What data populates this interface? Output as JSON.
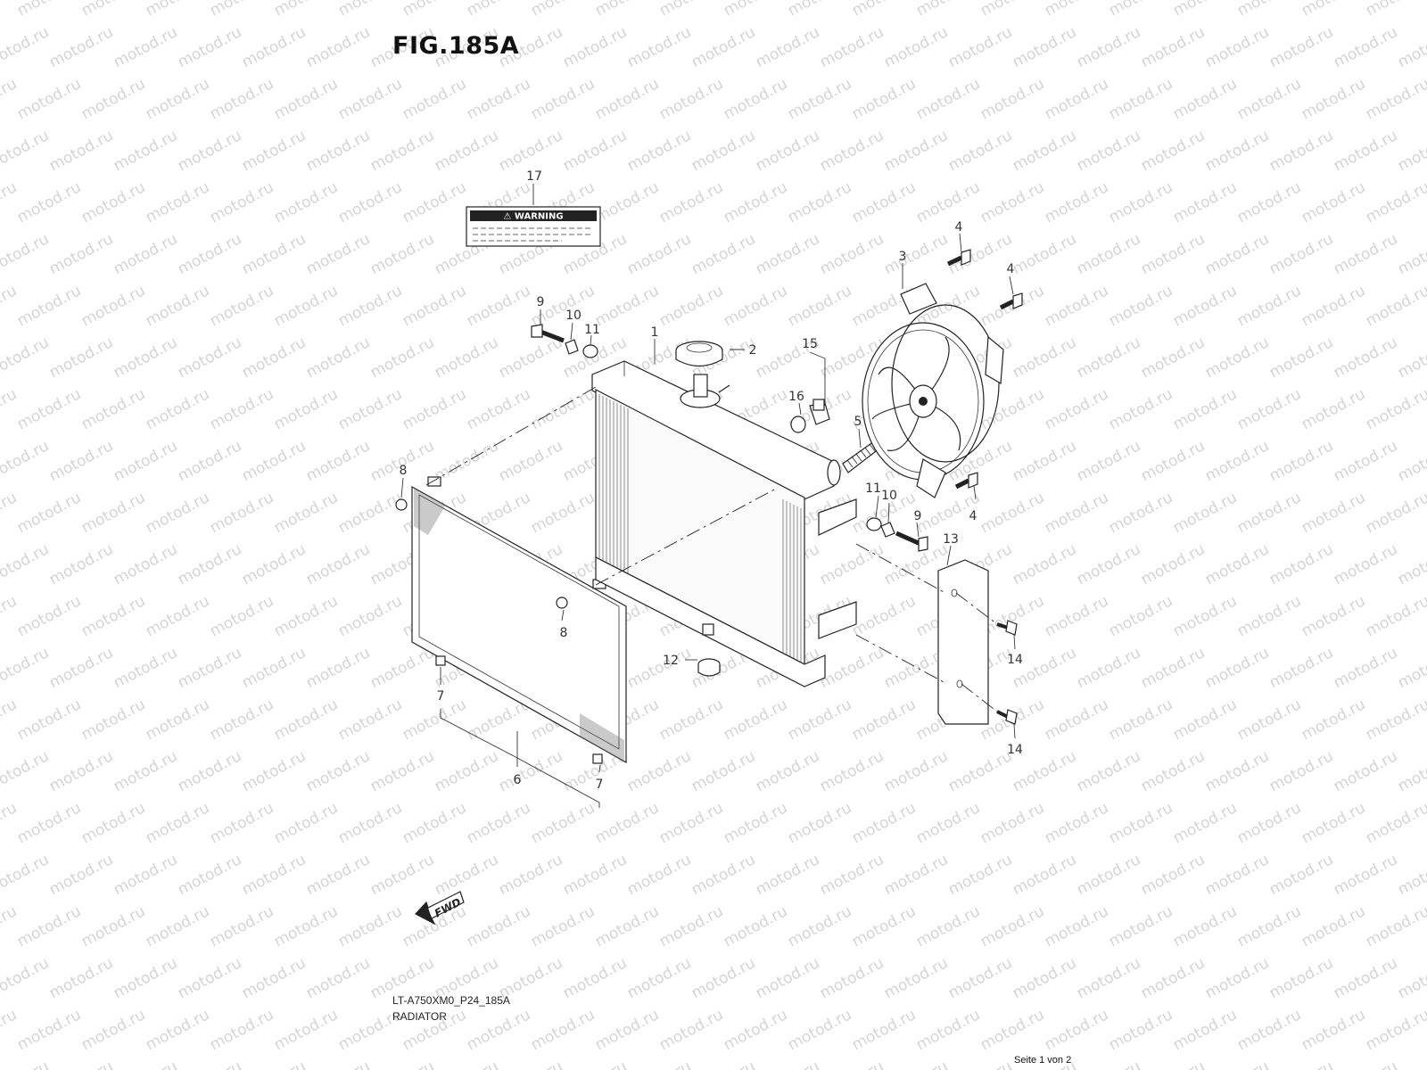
{
  "header": {
    "figure_title": "FIG.185A"
  },
  "warning_label": {
    "text": "⚠ WARNING"
  },
  "fwd_arrow": {
    "text": "FWD"
  },
  "footer": {
    "model_code": "LT-A750XM0_P24_185A",
    "figure_name": "RADIATOR",
    "page_indicator": "Seite 1 von 2"
  },
  "watermark": {
    "text": "motod.ru",
    "color": "#d4d4d4"
  },
  "callouts": {
    "c17": "17",
    "c9a": "9",
    "c10a": "10",
    "c11a": "11",
    "c1": "1",
    "c2": "2",
    "c15": "15",
    "c16": "16",
    "c5": "5",
    "c3": "3",
    "c4a": "4",
    "c4b": "4",
    "c4c": "4",
    "c8a": "8",
    "c8b": "8",
    "c11b": "11",
    "c10b": "10",
    "c9b": "9",
    "c13": "13",
    "c12": "12",
    "c14a": "14",
    "c14b": "14",
    "c7a": "7",
    "c7b": "7",
    "c6": "6"
  },
  "icons": {
    "warning_label": "warning-decal-icon",
    "radiator": "radiator-core-icon",
    "fan": "cooling-fan-icon",
    "direction": "forward-arrow-icon"
  }
}
